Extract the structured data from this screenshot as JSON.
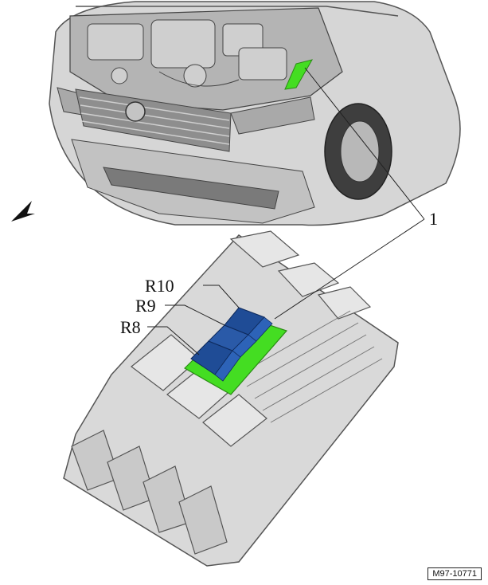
{
  "callouts": {
    "location_marker": "1",
    "relay_r10": "R10",
    "relay_r9": "R9",
    "relay_r8": "R8"
  },
  "figure_ref": "M97-10771",
  "colors": {
    "body": "#d4d4d4",
    "body_dark": "#9c9c9c",
    "highlight_green": "#44dd22",
    "relay_blue": "#1f4c96",
    "line": "#4a4a4a"
  }
}
